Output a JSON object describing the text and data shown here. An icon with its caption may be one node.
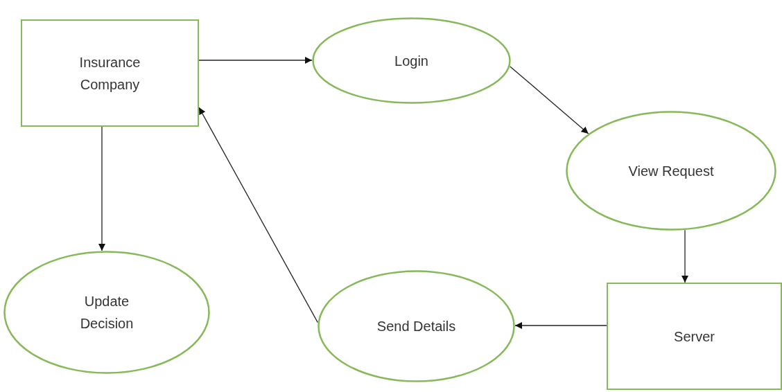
{
  "diagram": {
    "nodes": [
      {
        "text": [
          "Insurance Company"
        ]
      },
      {
        "text": [
          "Login"
        ]
      },
      {
        "text": [
          "View Request"
        ]
      },
      {
        "text": [
          "Server"
        ]
      },
      {
        "text": [
          "Send Details"
        ]
      },
      {
        "text": [
          "Update Decision"
        ]
      }
    ],
    "edges": [
      {
        "from": 0,
        "to": 1,
        "arrow": "to"
      },
      {
        "from": 1,
        "to": 2,
        "arrow": "to"
      },
      {
        "from": 2,
        "to": 3,
        "arrow": "to"
      },
      {
        "from": 3,
        "to": 4,
        "arrow": "to"
      },
      {
        "from": 4,
        "to": 0,
        "arrow": "to"
      },
      {
        "from": 0,
        "to": 5,
        "arrow": "to"
      }
    ]
  }
}
